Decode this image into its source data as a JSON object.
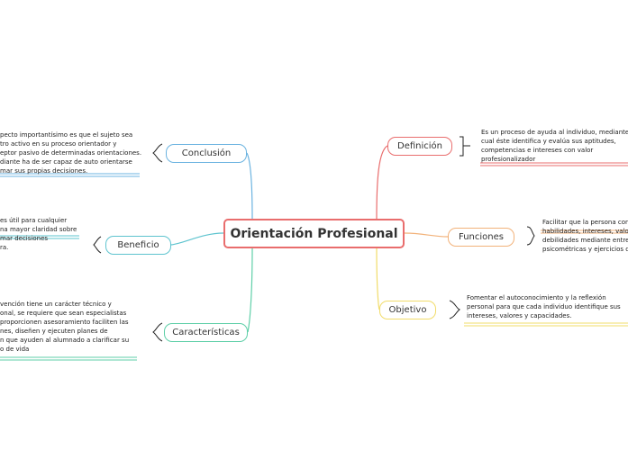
{
  "central": {
    "label": "Orientación Profesional"
  },
  "branches": {
    "definicion": {
      "label": "Definición",
      "color": "#e96d6d",
      "note": "Es un proceso de ayuda al individuo, mediante el\ncual éste identifica y evalúa sus aptitudes,\ncompetencias e intereses con valor\nprofesionalizador"
    },
    "funciones": {
      "label": "Funciones",
      "color": "#f2b27a",
      "note": "Facilitar que la persona conozca\nhabilidades, intereses, valores\ndebilidades mediante entrevistas\npsicométricas y ejercicios de au"
    },
    "objetivo": {
      "label": "Objetivo",
      "color": "#f1dc6a",
      "note": "Fomentar el autoconocimiento y la reflexión\npersonal para que cada individuo identifique sus\nintereses, valores y capacidades."
    },
    "conclusion": {
      "label": "Conclusión",
      "color": "#6bb3e0",
      "note": "pecto importantísimo es que el sujeto sea\ntro activo en su proceso orientador y\neptor pasivo de determinadas orientaciones.\ndiante ha de ser capaz de auto orientarse\nmar sus propias decisiones."
    },
    "beneficio": {
      "label": "Beneficio",
      "color": "#5ec4cf",
      "note": "es útil para cualquier\nna mayor claridad sobre\nmar decisiones\nra."
    },
    "caracteristicas": {
      "label": "Características",
      "color": "#5fcfa8",
      "note": "vención tiene un carácter técnico y\nonal, se requiere que sean especialistas\nproporcionen asesoramiento faciliten las\nnes, diseñen y ejecuten planes de\nn que ayuden al alumnado a clarificar su\no de vida"
    }
  }
}
